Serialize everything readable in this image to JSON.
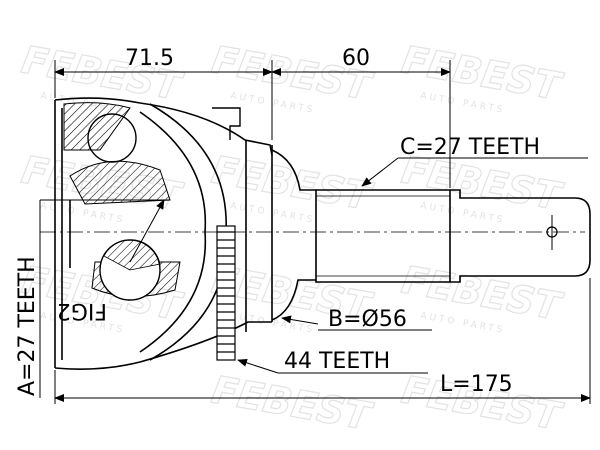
{
  "watermark": {
    "brand": "FEBEST",
    "tagline": "AUTO PARTS"
  },
  "dimensions": {
    "inner_length": "71.5",
    "shaft_length": "60",
    "spline_c": "C=27 TEETH",
    "spline_a": "A=27 TEETH",
    "bearing_diameter": "B=Ø56",
    "abs_ring": "44 TEETH",
    "total_length": "L=175"
  },
  "figure_label": "FIG2",
  "colors": {
    "line": "#000000",
    "watermark": "#e3e3e3",
    "hatch": "#000000"
  }
}
